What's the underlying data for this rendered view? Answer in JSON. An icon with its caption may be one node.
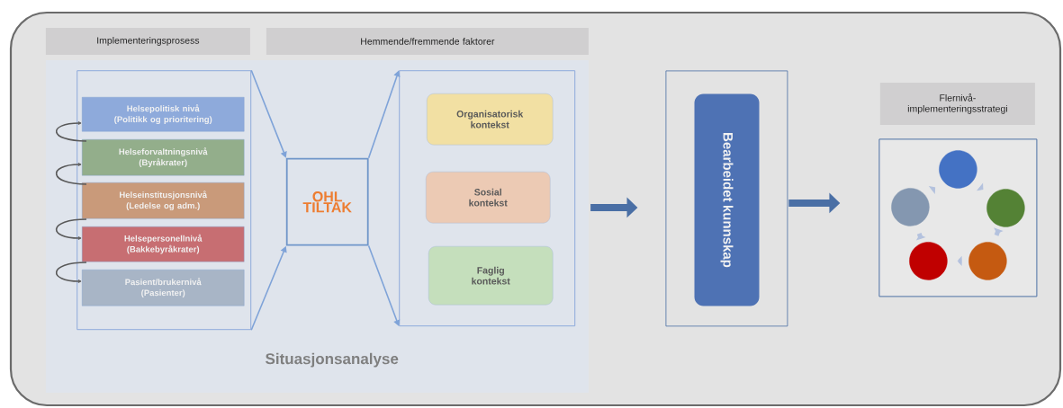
{
  "diagram": {
    "nodes": [
      {
        "text": [],
        "shape": "box"
      },
      {
        "text": [
          "Implementeringsprosess"
        ],
        "in": 0
      },
      {
        "text": [
          "Hemmende/fremmende faktorer"
        ],
        "in": 0
      },
      {
        "text": [
          "Situasjonsanalyse"
        ],
        "in": 0
      },
      {
        "text": [],
        "shape": "box",
        "in": 3
      },
      {
        "text": [
          "Helsepolitisk nivå",
          "(Politikk og prioritering)"
        ],
        "in": 4
      },
      {
        "text": [
          "Helseforvaltningsnivå",
          "(Byråkrater)"
        ],
        "in": 4
      },
      {
        "text": [
          "Helseinstitusjonsnivå",
          "(Ledelse og adm.)"
        ],
        "in": 4
      },
      {
        "text": [
          "Helsepersonellnivå",
          "(Bakkebyråkrater)"
        ],
        "in": 4
      },
      {
        "text": [
          "Pasient/brukernivå",
          "(Pasienter)"
        ],
        "in": 4
      },
      {
        "text": [
          "OHL TILTAK"
        ],
        "in": 3
      },
      {
        "text": [],
        "shape": "box",
        "in": 3
      },
      {
        "text": [
          "Organisatorisk kontekst"
        ],
        "in": 11
      },
      {
        "text": [
          "Sosial kontekst"
        ],
        "in": 11
      },
      {
        "text": [
          "Faglig kontekst"
        ],
        "in": 11
      },
      {
        "text": [],
        "shape": "box",
        "in": 0
      },
      {
        "text": [
          "Bearbeidet kunnskap"
        ],
        "in": 15
      },
      {
        "text": [
          "Flernivå- implementeringsstrategi"
        ],
        "in": 0
      },
      {
        "text": [],
        "shape": "box",
        "in": 0
      },
      {
        "text": [],
        "shape": "circle",
        "in": 18
      },
      {
        "text": [],
        "shape": "circle",
        "in": 18
      },
      {
        "text": [],
        "shape": "circle",
        "in": 18
      },
      {
        "text": [],
        "shape": "circle",
        "in": 18
      },
      {
        "text": [],
        "shape": "circle",
        "in": 18
      }
    ],
    "edges": [
      {
        "from": 6,
        "to": 5,
        "arrow": "to",
        "color": "#595959"
      },
      {
        "from": 7,
        "to": 6,
        "arrow": "to",
        "color": "#595959"
      },
      {
        "from": 7,
        "to": 8,
        "arrow": "to",
        "color": "#595959"
      },
      {
        "from": 8,
        "to": 9,
        "arrow": "to",
        "color": "#595959"
      },
      {
        "from": 4,
        "to": 10,
        "arrow": "to"
      },
      {
        "from": 4,
        "to": 10,
        "arrow": "to"
      },
      {
        "from": 10,
        "to": 11,
        "arrow": "to"
      },
      {
        "from": 10,
        "to": 11,
        "arrow": "to"
      },
      {
        "from": 3,
        "to": 15,
        "arrow": "to",
        "style": "thick",
        "color": "#4a6fa5"
      },
      {
        "from": 15,
        "to": 18,
        "arrow": "to",
        "style": "thick",
        "color": "#4a6fa5"
      },
      {
        "from": 19,
        "to": 20,
        "arrow": "to",
        "style": "thick",
        "color": "#b4c2de"
      },
      {
        "from": 20,
        "to": 21,
        "arrow": "to",
        "style": "thick",
        "color": "#b4c2de"
      },
      {
        "from": 21,
        "to": 22,
        "arrow": "to",
        "style": "thick",
        "color": "#b4c2de"
      },
      {
        "from": 22,
        "to": 23,
        "arrow": "to",
        "style": "thick",
        "color": "#b4c2de"
      },
      {
        "from": 23,
        "to": 19,
        "arrow": "to",
        "style": "thick",
        "color": "#b4c2de"
      }
    ]
  }
}
